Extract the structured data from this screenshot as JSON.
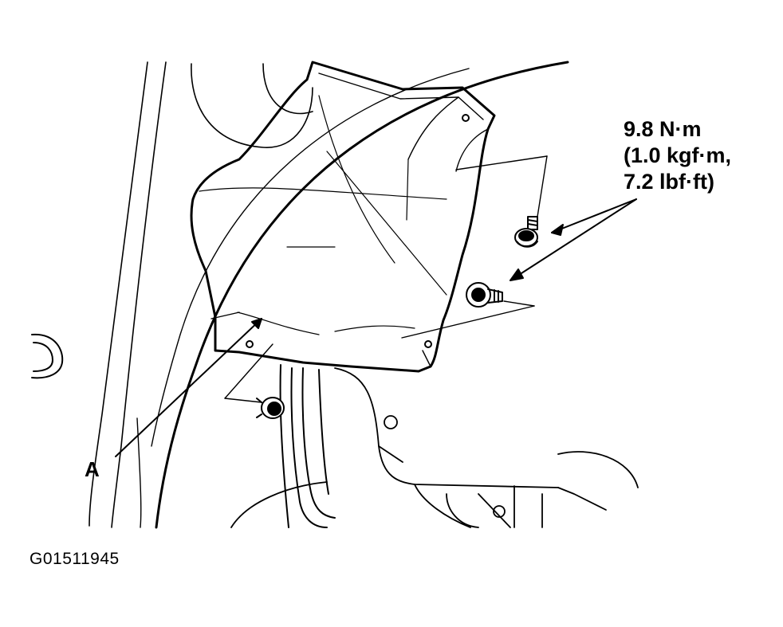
{
  "diagram": {
    "torque_spec": {
      "line1": "9.8 N·m",
      "line2": "(1.0 kgf·m,",
      "line3": "7.2 lbf·ft)"
    },
    "callout_label": "A",
    "figure_id": "G01511945"
  },
  "colors": {
    "ink": "#000000",
    "background": "#ffffff"
  }
}
